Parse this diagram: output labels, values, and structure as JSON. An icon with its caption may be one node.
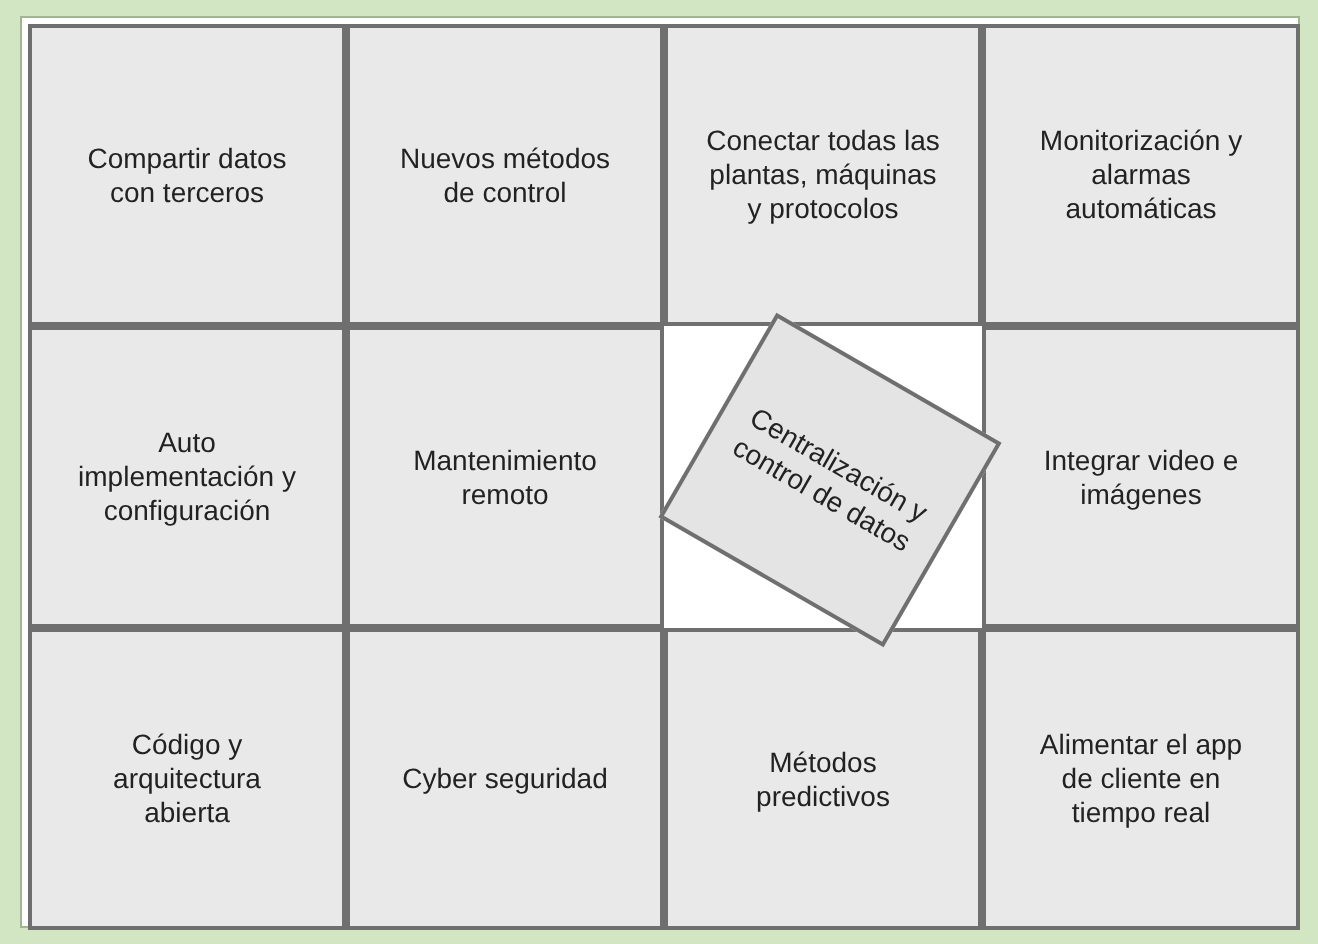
{
  "diagram": {
    "nodes": [
      {
        "text": [
          "Compartir datos con terceros"
        ]
      },
      {
        "text": [
          "Nuevos métodos de control"
        ]
      },
      {
        "text": [
          "Conectar todas las plantas, máquinas y protocolos"
        ]
      },
      {
        "text": [
          "Monitorización y alarmas automáticas"
        ]
      },
      {
        "text": [
          "Auto implementación y configuración"
        ]
      },
      {
        "text": [
          "Mantenimiento remoto"
        ]
      },
      {
        "text": [
          "Centralización y control de datos"
        ]
      },
      {
        "text": [
          "Integrar video e imágenes"
        ]
      },
      {
        "text": [
          "Código y arquitectura abierta"
        ]
      },
      {
        "text": [
          "Cyber seguridad"
        ]
      },
      {
        "text": [
          "Métodos predictivos"
        ]
      },
      {
        "text": [
          "Alimentar el app de cliente en tiempo real"
        ]
      }
    ]
  }
}
